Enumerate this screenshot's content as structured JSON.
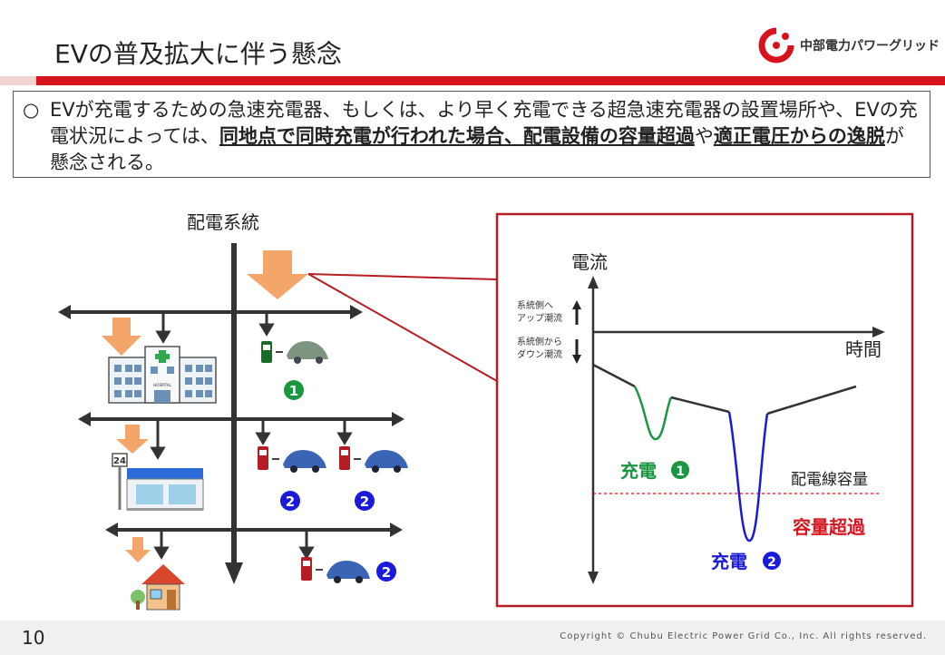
{
  "title": "EVの普及拡大に伴う懸念",
  "logo": {
    "text": "中部電力パワーグリッド",
    "icon": "chuden-logo-icon",
    "brand_color": "#d7141e"
  },
  "notice": {
    "bullet": "○",
    "text_1": "EVが充電するための急速充電器、もしくは、より早く充電できる超急速充電器の設置場所や、EVの充電状況によっては、",
    "bold_1": "同地点で同時充電が行われた場合、配電設備の容量超過",
    "text_2": "や",
    "bold_2": "適正電圧からの逸脱",
    "text_3": "が懸念される。"
  },
  "diagram": {
    "network_label": "配電系統",
    "badge_1": "1",
    "badge_2": "2",
    "store_sign": "24",
    "hospital_sign": "HOSPITAL"
  },
  "graph": {
    "ylabel": "電流",
    "xlabel": "時間",
    "up_flow_line1": "系統側へ",
    "up_flow_line2": "アップ潮流",
    "down_flow_line1": "系統側から",
    "down_flow_line2": "ダウン潮流",
    "capacity_label": "配電線容量",
    "over_label": "容量超過",
    "charge_label": "充電",
    "charge_1_num": "1",
    "charge_2_num": "2",
    "green": "#1a9641",
    "blue": "#1a1adc",
    "red": "#d7141e"
  },
  "footer": {
    "page": "10",
    "copyright": "Copyright © Chubu Electric Power Grid Co., Inc. All rights reserved."
  }
}
